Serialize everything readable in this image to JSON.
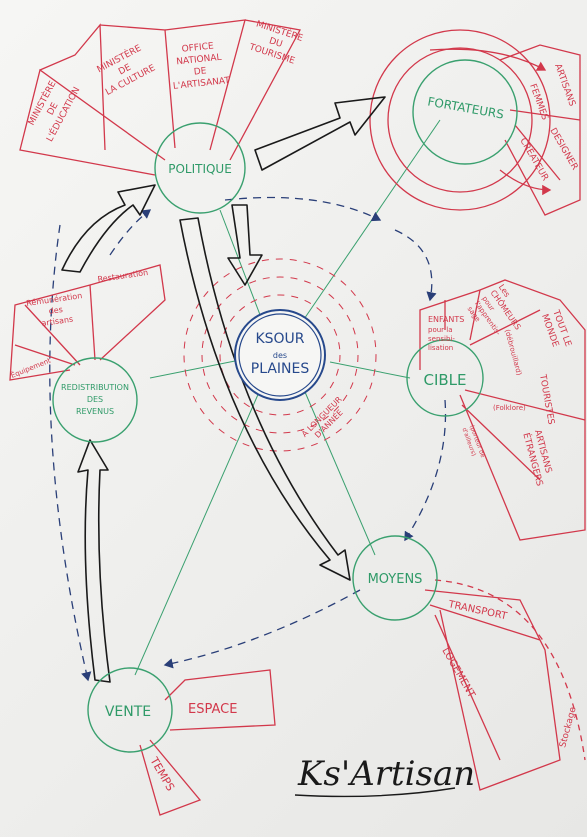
{
  "center": {
    "line1": "KSOUR",
    "line2": "des",
    "line3": "PLAINES"
  },
  "nodes": {
    "politique": "POLITIQUE",
    "fortateurs": "FORTATEURS",
    "cible": "CIBLE",
    "moyens": "MOYENS",
    "vente": "VENTE",
    "redistribution": [
      "REDISTRIBUTION",
      "DES",
      "REVENUS"
    ]
  },
  "politique_segments": [
    [
      "MINISTÈRE",
      "DE",
      "L'ÉDUCATION"
    ],
    [
      "MINISTÈRE",
      "DE",
      "LA CULTURE"
    ],
    [
      "OFFICE",
      "NATIONAL",
      "DE",
      "L'ARTISANAT"
    ],
    [
      "MINISTÈRE",
      "DU",
      "TOURISME"
    ]
  ],
  "fortateurs_segments": [
    "ARTISANS",
    "FEMMES",
    "DESIGNER",
    "CRÉATEUR"
  ],
  "cible_segments": [
    [
      "ENFANTS",
      "pour la",
      "sensibi-",
      "lisation"
    ],
    [
      "Les",
      "CHÔMEURS",
      "pour",
      "l'apprentis-",
      "sage"
    ],
    "(débrouillard)",
    [
      "TOUT LE",
      "MONDE"
    ],
    "(Folklore)",
    "TOURISTES",
    [
      "(porteur de",
      "d'ailleurs)"
    ],
    [
      "ARTISANS",
      "ÉTRANGERS"
    ]
  ],
  "moyens_segments": [
    "TRANSPORT",
    "LOGEMENT",
    "Stockage"
  ],
  "vente_segments": [
    "ESPACE",
    "TEMPS"
  ],
  "redistribution_segments": [
    "Équipement",
    [
      "Rémunération",
      "des",
      "artisans"
    ],
    "Restauration"
  ],
  "annotation": [
    "À LONGUEUR",
    "D'ANNÉE"
  ],
  "signature": "Ks'Artisan",
  "colors": {
    "red": "#d2384b",
    "green": "#2f9a68",
    "blue": "#27498c",
    "black": "#1a1a1a"
  }
}
